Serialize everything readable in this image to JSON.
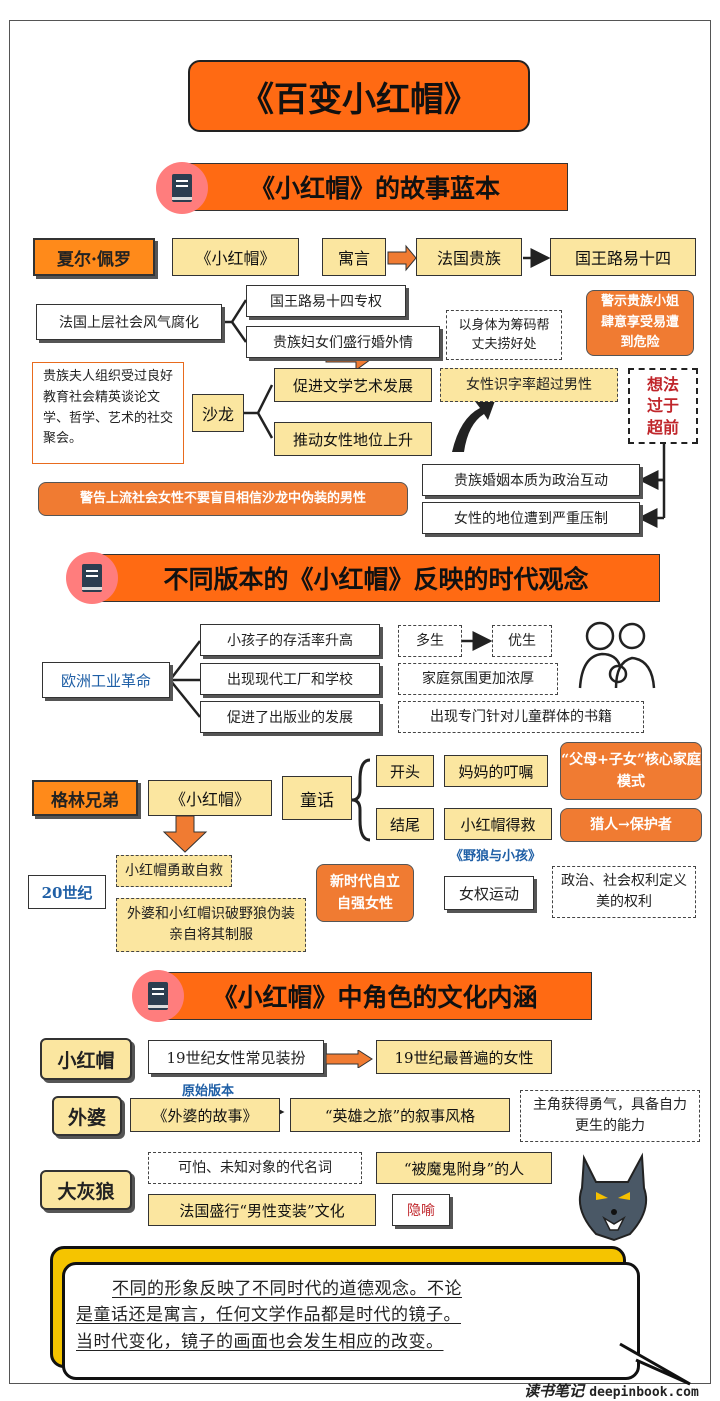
{
  "title": "《百变小红帽》",
  "sections": {
    "s1": "《小红帽》的故事蓝本",
    "s2": "不同版本的《小红帽》反映的时代观念",
    "s3": "《小红帽》中角色的文化内涵"
  },
  "s1": {
    "author": "夏尔·佩罗",
    "work": "《小红帽》",
    "genre": "寓言",
    "audience": "法国贵族",
    "king": "国王路易十四",
    "society": "法国上层社会风气腐化",
    "absolutism": "国王路易十四专权",
    "affairs": "贵族妇女们盛行婚外情",
    "body_chip": "以身体为筹码帮丈夫捞好处",
    "warn_girls": "警示贵族小姐肆意享受易遭到危险",
    "salon_note": "贵族夫人组织受过良好教育社会精英谈论文学、哲学、艺术的社交聚会。",
    "salon": "沙龙",
    "promote_art": "促进文学艺术发展",
    "literacy": "女性识字率超过男性",
    "status_up": "推动女性地位上升",
    "ahead": "想法过于超前",
    "marriage": "贵族婚姻本质为政治互动",
    "oppressed": "女性的地位遭到严重压制",
    "warning": "警告上流社会女性不要盲目相信沙龙中伪装的男性"
  },
  "s2": {
    "industrial": "欧洲工业革命",
    "survival": "小孩子的存活率升高",
    "factory": "出现现代工厂和学校",
    "publishing": "促进了出版业的发展",
    "many_births": "多生",
    "better_births": "优生",
    "family": "家庭氛围更加浓厚",
    "kids_books": "出现专门针对儿童群体的书籍",
    "grimm": "格林兄弟",
    "work": "《小红帽》",
    "genre": "童话",
    "opening": "开头",
    "mom": "妈妈的叮嘱",
    "nuclear": "“父母+子女”核心家庭模式",
    "ending": "结尾",
    "rescued": "小红帽得救",
    "hunter": "猎人→保护者",
    "wolf_kids": "《野狼与小孩》",
    "century": "20世纪",
    "self_rescue": "小红帽勇敢自救",
    "exposed": "外婆和小红帽识破野狼伪装亲自将其制服",
    "new_women": "新时代自立自强女性",
    "feminism": "女权运动",
    "rights": "政治、社会权利定义美的权利"
  },
  "s3": {
    "red": "小红帽",
    "outfit": "19世纪女性常见装扮",
    "common_women": "19世纪最普遍的女性",
    "original_lbl": "原始版本",
    "granny": "外婆",
    "granny_story": "《外婆的故事》",
    "hero": "“英雄之旅”的叙事风格",
    "brave": "主角获得勇气，具备自力更生的能力",
    "wolf": "大灰狼",
    "unknown": "可怕、未知对象的代名词",
    "possessed": "“被魔鬼附身”的人",
    "crossdress": "法国盛行“男性变装”文化",
    "metaphor": "隐喻"
  },
  "conclusion": {
    "line1": "不同的形象反映了不同时代的道德观念。不论",
    "line2": "是童话还是寓言，任何文学作品都是时代的镜子。",
    "line3": "当时代变化，镜子的画面也会发生相应的改变。"
  },
  "footer": {
    "brand": "读书笔记",
    "site": "deepinbook.com"
  },
  "colors": {
    "accent": "#ff6a13",
    "yellow": "#fbe6a0",
    "blue": "#1f5fa6",
    "icon_pink": "#ff7d7d"
  }
}
